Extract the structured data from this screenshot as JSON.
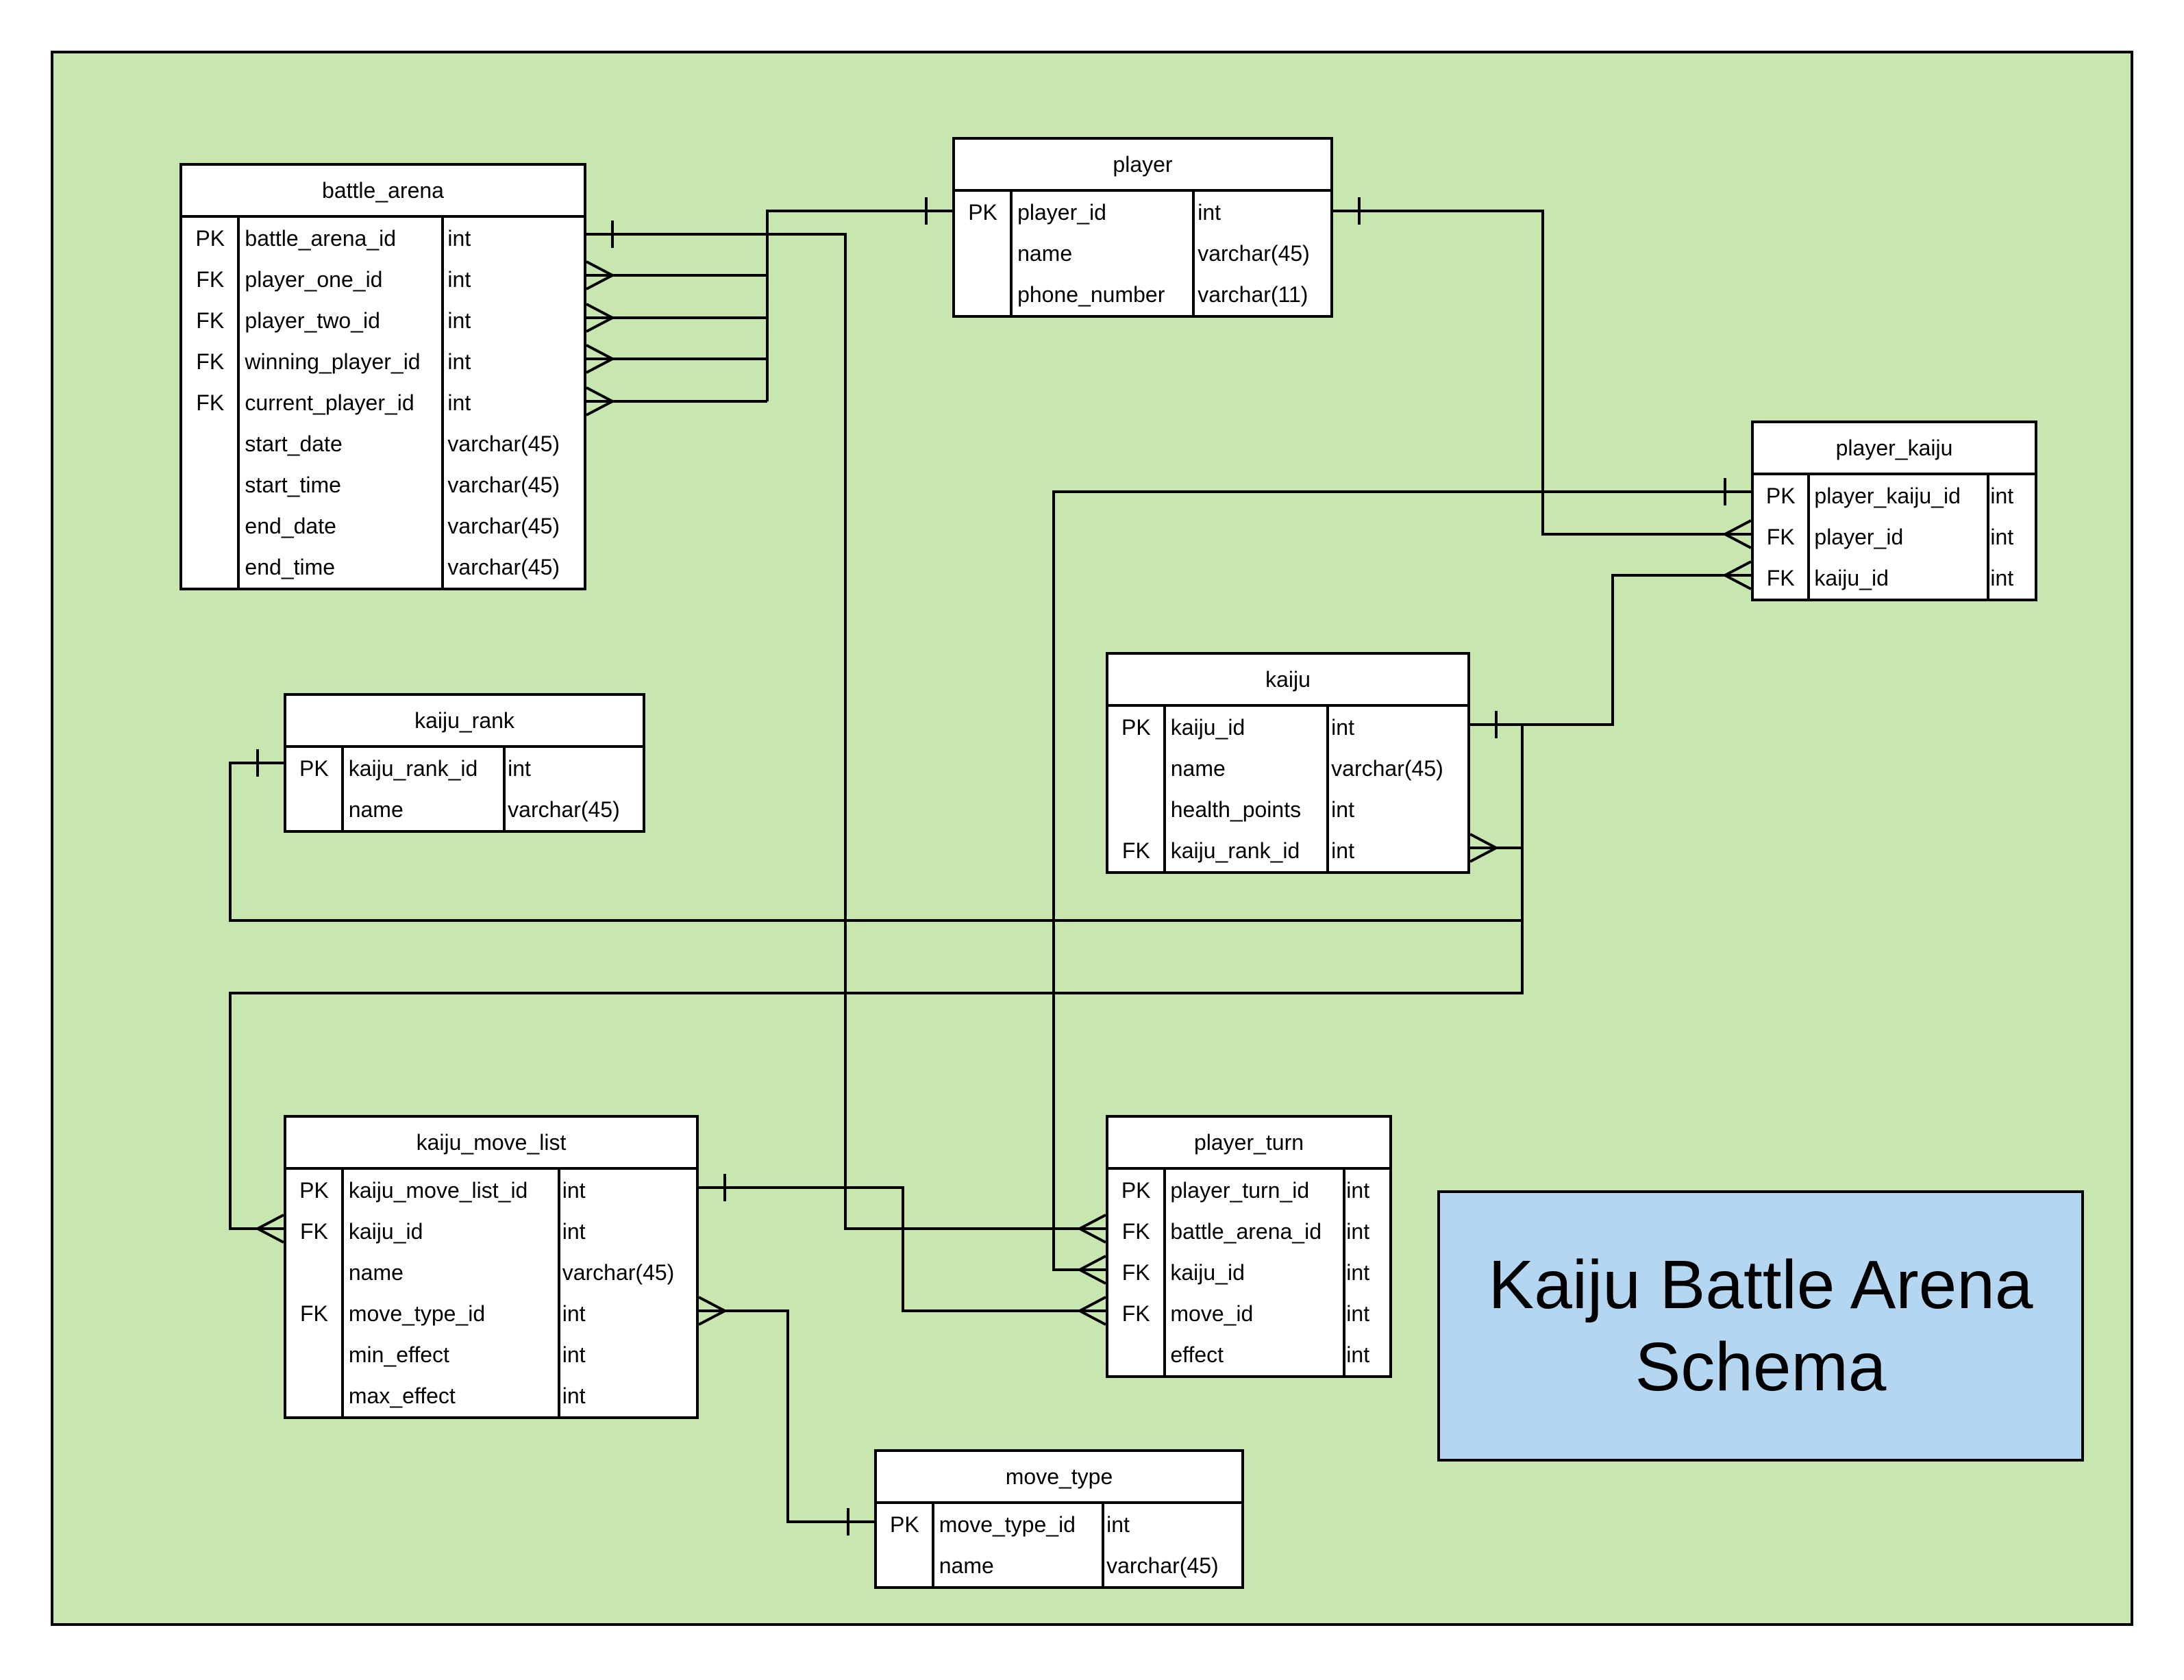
{
  "title": {
    "line1": "Kaiju Battle Arena",
    "line2": "Schema"
  },
  "colors": {
    "canvas": "#c8e6b0",
    "title_box": "#b4d6f0",
    "table_bg": "#ffffff",
    "line": "#000000"
  },
  "tables": {
    "battle_arena": {
      "name": "battle_arena",
      "rows": [
        {
          "key": "PK",
          "col": "battle_arena_id",
          "type": "int"
        },
        {
          "key": "FK",
          "col": "player_one_id",
          "type": "int"
        },
        {
          "key": "FK",
          "col": "player_two_id",
          "type": "int"
        },
        {
          "key": "FK",
          "col": "winning_player_id",
          "type": "int"
        },
        {
          "key": "FK",
          "col": "current_player_id",
          "type": "int"
        },
        {
          "key": "",
          "col": "start_date",
          "type": "varchar(45)"
        },
        {
          "key": "",
          "col": "start_time",
          "type": "varchar(45)"
        },
        {
          "key": "",
          "col": "end_date",
          "type": "varchar(45)"
        },
        {
          "key": "",
          "col": "end_time",
          "type": "varchar(45)"
        }
      ]
    },
    "player": {
      "name": "player",
      "rows": [
        {
          "key": "PK",
          "col": "player_id",
          "type": "int"
        },
        {
          "key": "",
          "col": "name",
          "type": "varchar(45)"
        },
        {
          "key": "",
          "col": "phone_number",
          "type": "varchar(11)"
        }
      ]
    },
    "player_kaiju": {
      "name": "player_kaiju",
      "rows": [
        {
          "key": "PK",
          "col": "player_kaiju_id",
          "type": "int"
        },
        {
          "key": "FK",
          "col": "player_id",
          "type": "int"
        },
        {
          "key": "FK",
          "col": "kaiju_id",
          "type": "int"
        }
      ]
    },
    "kaiju": {
      "name": "kaiju",
      "rows": [
        {
          "key": "PK",
          "col": "kaiju_id",
          "type": "int"
        },
        {
          "key": "",
          "col": "name",
          "type": "varchar(45)"
        },
        {
          "key": "",
          "col": "health_points",
          "type": "int"
        },
        {
          "key": "FK",
          "col": "kaiju_rank_id",
          "type": "int"
        }
      ]
    },
    "kaiju_rank": {
      "name": "kaiju_rank",
      "rows": [
        {
          "key": "PK",
          "col": "kaiju_rank_id",
          "type": "int"
        },
        {
          "key": "",
          "col": "name",
          "type": "varchar(45)"
        }
      ]
    },
    "kaiju_move_list": {
      "name": "kaiju_move_list",
      "rows": [
        {
          "key": "PK",
          "col": "kaiju_move_list_id",
          "type": "int"
        },
        {
          "key": "FK",
          "col": "kaiju_id",
          "type": "int"
        },
        {
          "key": "",
          "col": "name",
          "type": "varchar(45)"
        },
        {
          "key": "FK",
          "col": "move_type_id",
          "type": "int"
        },
        {
          "key": "",
          "col": "min_effect",
          "type": "int"
        },
        {
          "key": "",
          "col": "max_effect",
          "type": "int"
        }
      ]
    },
    "player_turn": {
      "name": "player_turn",
      "rows": [
        {
          "key": "PK",
          "col": "player_turn_id",
          "type": "int"
        },
        {
          "key": "FK",
          "col": "battle_arena_id",
          "type": "int"
        },
        {
          "key": "FK",
          "col": "kaiju_id",
          "type": "int"
        },
        {
          "key": "FK",
          "col": "move_id",
          "type": "int"
        },
        {
          "key": "",
          "col": "effect",
          "type": "int"
        }
      ]
    },
    "move_type": {
      "name": "move_type",
      "rows": [
        {
          "key": "PK",
          "col": "move_type_id",
          "type": "int"
        },
        {
          "key": "",
          "col": "name",
          "type": "varchar(45)"
        }
      ]
    }
  },
  "relationships": [
    {
      "from": "player.player_id",
      "to": "battle_arena.player_one_id",
      "cardinality": "one-to-many"
    },
    {
      "from": "player.player_id",
      "to": "battle_arena.player_two_id",
      "cardinality": "one-to-many"
    },
    {
      "from": "player.player_id",
      "to": "battle_arena.winning_player_id",
      "cardinality": "one-to-many"
    },
    {
      "from": "player.player_id",
      "to": "battle_arena.current_player_id",
      "cardinality": "one-to-many"
    },
    {
      "from": "player.player_id",
      "to": "player_kaiju.player_id",
      "cardinality": "one-to-many"
    },
    {
      "from": "kaiju.kaiju_id",
      "to": "player_kaiju.kaiju_id",
      "cardinality": "one-to-many"
    },
    {
      "from": "kaiju_rank.kaiju_rank_id",
      "to": "kaiju.kaiju_rank_id",
      "cardinality": "one-to-many"
    },
    {
      "from": "kaiju.kaiju_id",
      "to": "kaiju_move_list.kaiju_id",
      "cardinality": "one-to-many"
    },
    {
      "from": "battle_arena.battle_arena_id",
      "to": "player_turn.battle_arena_id",
      "cardinality": "one-to-many"
    },
    {
      "from": "player_kaiju.player_kaiju_id",
      "to": "player_turn.kaiju_id",
      "cardinality": "one-to-many"
    },
    {
      "from": "kaiju_move_list.kaiju_move_list_id",
      "to": "player_turn.move_id",
      "cardinality": "one-to-many"
    },
    {
      "from": "move_type.move_type_id",
      "to": "kaiju_move_list.move_type_id",
      "cardinality": "one-to-many"
    }
  ]
}
